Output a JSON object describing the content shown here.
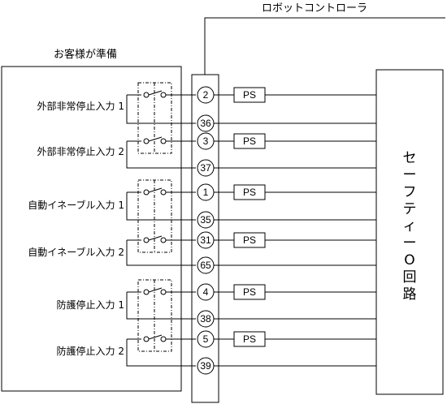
{
  "diagram": {
    "controller_label": "ロボットコントローラ",
    "customer_label": "お客様が準備",
    "safety_circuit_label": "セーフティーO回路",
    "ps_label": "PS",
    "inputs": [
      {
        "label": "外部非常停止入力 1",
        "terminals": [
          "2",
          "36"
        ]
      },
      {
        "label": "外部非常停止入力 2",
        "terminals": [
          "3",
          "37"
        ]
      },
      {
        "label": "自動イネーブル入力 1",
        "terminals": [
          "1",
          "35"
        ]
      },
      {
        "label": "自動イネーブル入力 2",
        "terminals": [
          "31",
          "65"
        ]
      },
      {
        "label": "防護停止入力 1",
        "terminals": [
          "4",
          "38"
        ]
      },
      {
        "label": "防護停止入力 2",
        "terminals": [
          "5",
          "39"
        ]
      }
    ]
  }
}
